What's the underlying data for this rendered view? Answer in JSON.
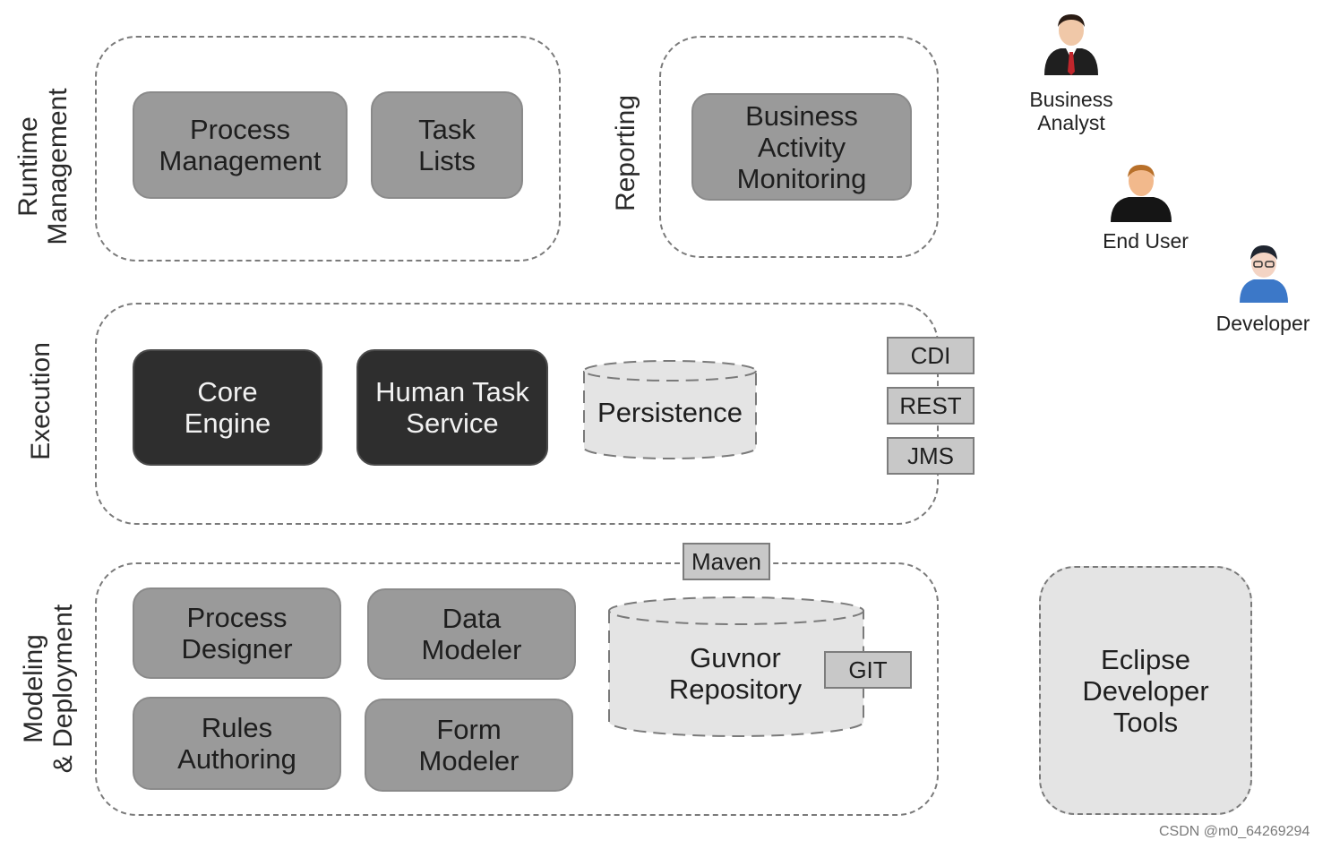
{
  "sections": {
    "runtime_management": "Runtime\nManagement",
    "reporting": "Reporting",
    "execution": "Execution",
    "modeling_deployment": "Modeling\n& Deployment"
  },
  "components": {
    "process_management": "Process\nManagement",
    "task_lists": "Task\nLists",
    "business_activity_monitoring": "Business\nActivity\nMonitoring",
    "core_engine": "Core\nEngine",
    "human_task_service": "Human Task\nService",
    "persistence": "Persistence",
    "process_designer": "Process\nDesigner",
    "data_modeler": "Data\nModeler",
    "rules_authoring": "Rules\nAuthoring",
    "form_modeler": "Form\nModeler",
    "guvnor_repository": "Guvnor\nRepository",
    "eclipse_developer_tools": "Eclipse\nDeveloper\nTools"
  },
  "interfaces": {
    "cdi": "CDI",
    "rest": "REST",
    "jms": "JMS",
    "maven": "Maven",
    "git": "GIT"
  },
  "actors": {
    "business_analyst": "Business\nAnalyst",
    "end_user": "End User",
    "developer": "Developer"
  },
  "watermark": "CSDN @m0_64269294",
  "colors": {
    "component_gray": "#9a9a9a",
    "component_dark": "#2e2e2e",
    "storage_light": "#e4e4e4",
    "tag_gray": "#c8c8c8",
    "dashed_border": "#7a7a7a"
  }
}
